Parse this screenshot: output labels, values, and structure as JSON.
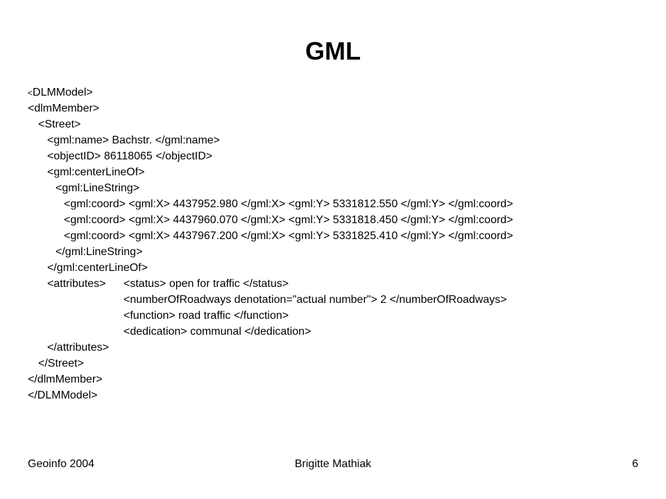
{
  "slide": {
    "title": "GML"
  },
  "gml_listing": {
    "first_line_small_bracket": "<",
    "first_line_rest": "DLMModel>",
    "lines": [
      "<dlmMember>",
      "<Street>",
      "<gml:name> Bachstr. </gml:name>",
      "<objectID> 86118065 </objectID>",
      "<gml:centerLineOf>",
      "<gml:LineString>",
      "<gml:coord> <gml:X> 4437952.980 </gml:X> <gml:Y> 5331812.550 </gml:Y> </gml:coord>",
      "<gml:coord> <gml:X> 4437960.070 </gml:X> <gml:Y> 5331818.450 </gml:Y> </gml:coord>",
      "<gml:coord> <gml:X> 4437967.200 </gml:X> <gml:Y> 5331825.410 </gml:Y> </gml:coord>",
      "</gml:LineString>",
      "</gml:centerLineOf>",
      "<attributes>",
      "<status> open for traffic </status>",
      "<numberOfRoadways denotation=\"actual number\"> 2 </numberOfRoadways>",
      "<function> road traffic </function>",
      "<dedication> communal </dedication>",
      "</attributes>",
      "</Street>",
      "</dlmMember>",
      "</DLMModel>"
    ]
  },
  "footer": {
    "left": "Geoinfo 2004",
    "center": "Brigitte Mathiak",
    "right": "6"
  }
}
